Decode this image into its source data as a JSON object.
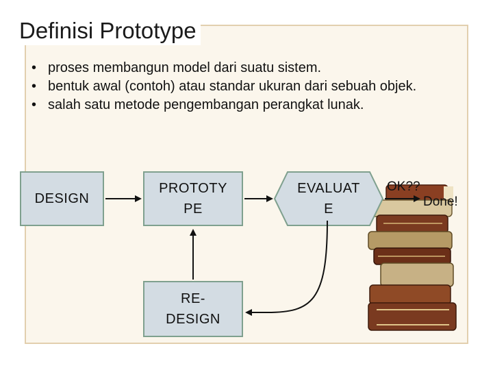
{
  "slide": {
    "title": "Definisi Prototype",
    "bullets": [
      "proses membangun model dari suatu sistem.",
      "bentuk awal (contoh) atau standar ukuran dari sebuah objek.",
      "salah satu metode pengembangan perangkat lunak."
    ]
  },
  "diagram": {
    "design": "DESIGN",
    "prototype": "PROTOTY\nPE",
    "evaluate": "EVALUAT\nE",
    "redesign": "RE-\nDESIGN",
    "ok_label": "OK??",
    "done_label": "Done!"
  },
  "colors": {
    "box_fill": "#d3dce3",
    "box_border": "#7fa08e",
    "frame_fill": "#fbf6ec",
    "frame_border": "#e2cfae"
  },
  "icons": [
    "book-stack-illustration"
  ]
}
